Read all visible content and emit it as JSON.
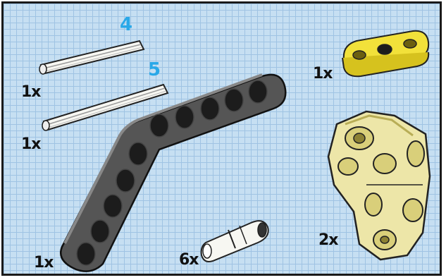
{
  "step_numbers": [
    "4",
    "5"
  ],
  "quantities": {
    "axle_4": "1x",
    "axle_5": "1x",
    "angled_beam": "1x",
    "pins": "6x",
    "yellow_beam": "1x",
    "bracket": "2x"
  },
  "colors": {
    "step_number": "#29a8e8",
    "grid_background": "#c6dff2",
    "grid_line": "#9fc3e3",
    "beam_gray": "#5a5a5a",
    "yellow_part": "#f2e13a",
    "bracket_tan": "#ede6a8"
  },
  "parts": [
    {
      "name": "axle-4-stud",
      "color": "white"
    },
    {
      "name": "axle-5-stud",
      "color": "white"
    },
    {
      "name": "angled-beam",
      "color": "dark-gray"
    },
    {
      "name": "connector-pin",
      "color": "white"
    },
    {
      "name": "beam-3",
      "color": "yellow"
    },
    {
      "name": "bracket-connector",
      "color": "tan"
    }
  ]
}
